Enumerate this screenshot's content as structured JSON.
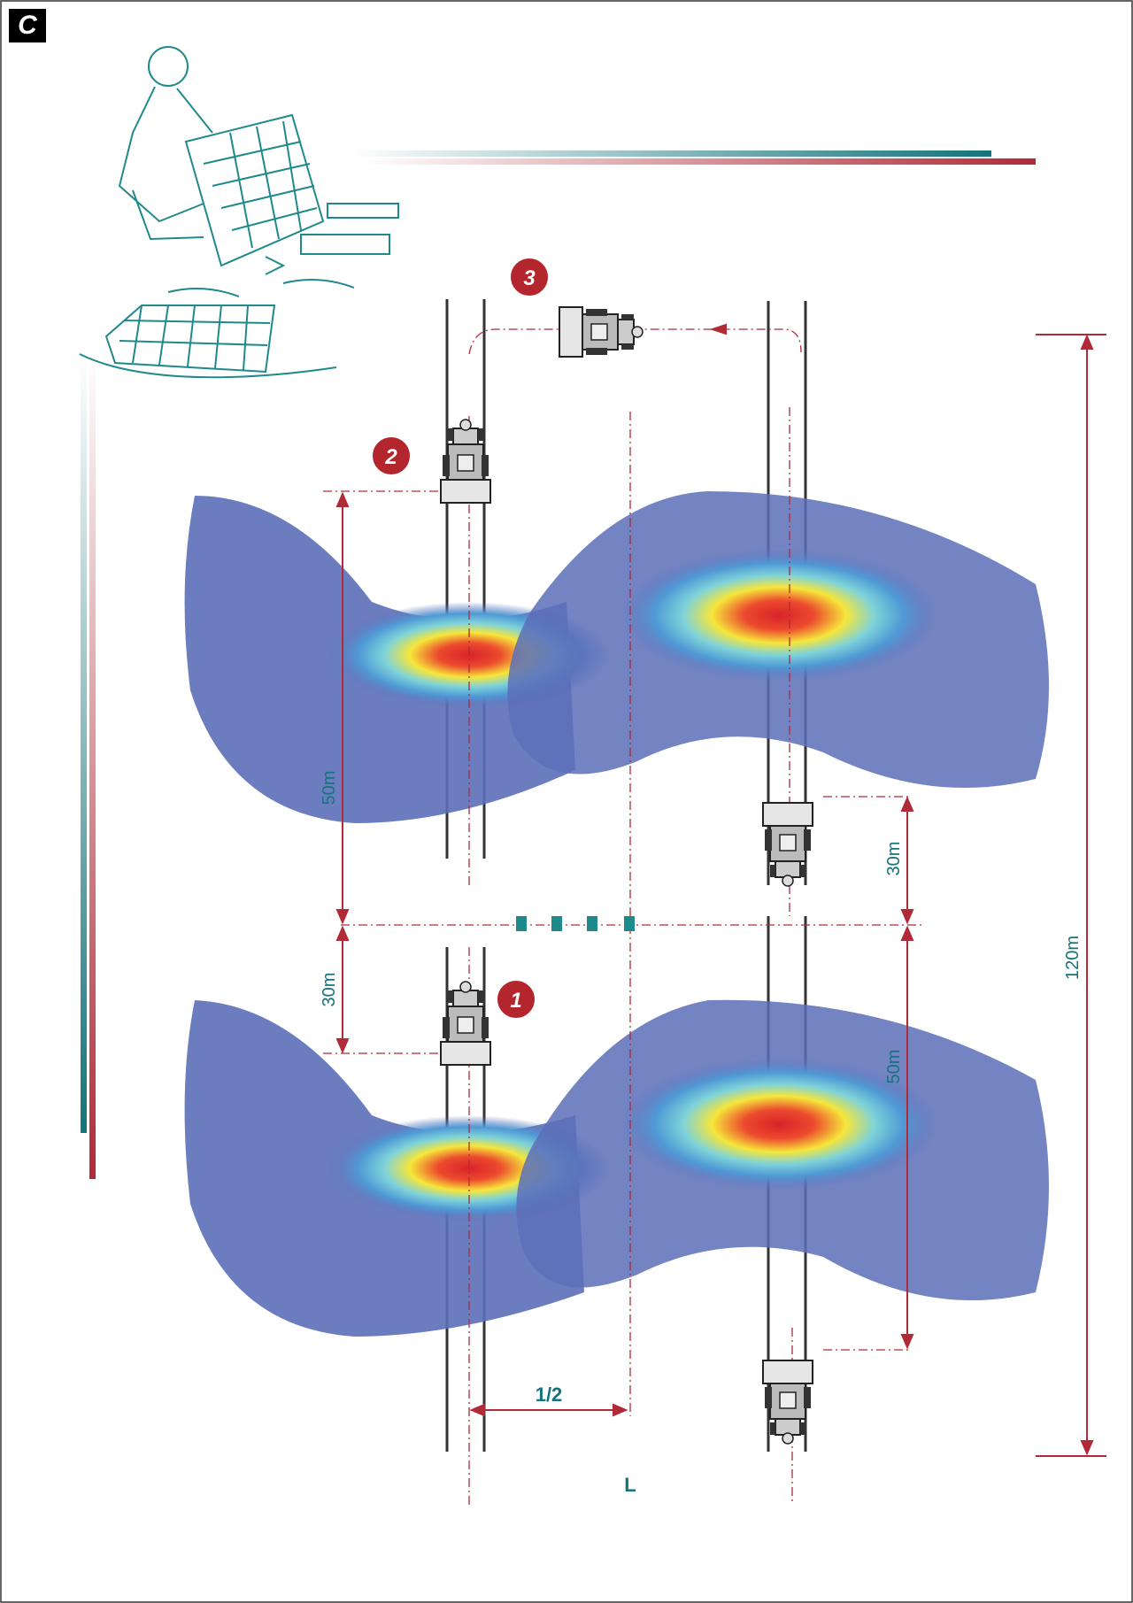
{
  "corner_label": "C",
  "steps": [
    "1",
    "2",
    "3"
  ],
  "dimensions": {
    "upper_left": "50m",
    "upper_right": "30m",
    "lower_left": "30m",
    "lower_right": "50m",
    "total": "120m",
    "half_width": "1/2",
    "width": "L"
  },
  "colors": {
    "teal": "#14737c",
    "red": "#b02a37",
    "step_badge": "#b3262e",
    "swath_outer": "#5c6fb8"
  }
}
